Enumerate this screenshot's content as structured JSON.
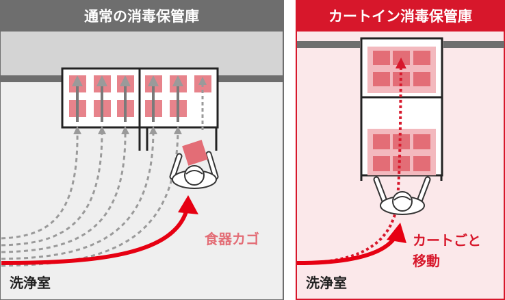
{
  "panels": [
    {
      "title": "通常の消毒保管庫",
      "header_color": "#6e6e6e",
      "room_label": "洗浄室",
      "annotation_lines": [
        "食器カゴ"
      ],
      "annotation_color": "#e36d76"
    },
    {
      "title": "カートイン消毒保管庫",
      "header_color": "#d7172b",
      "room_label": "洗浄室",
      "annotation_lines": [
        "カートごと",
        "移動"
      ],
      "annotation_color": "#d7172b"
    }
  ],
  "colors": {
    "accent_red": "#e60012",
    "pink_basket": "#e36d76",
    "gray_arrow": "#9a9a9a",
    "floor_left": "#efefef",
    "floor_right": "#fbe8ea",
    "wall": "#cfcfcf"
  },
  "icons": [
    "person-topdown-icon",
    "dish-basket-icon",
    "arrow-icon"
  ]
}
